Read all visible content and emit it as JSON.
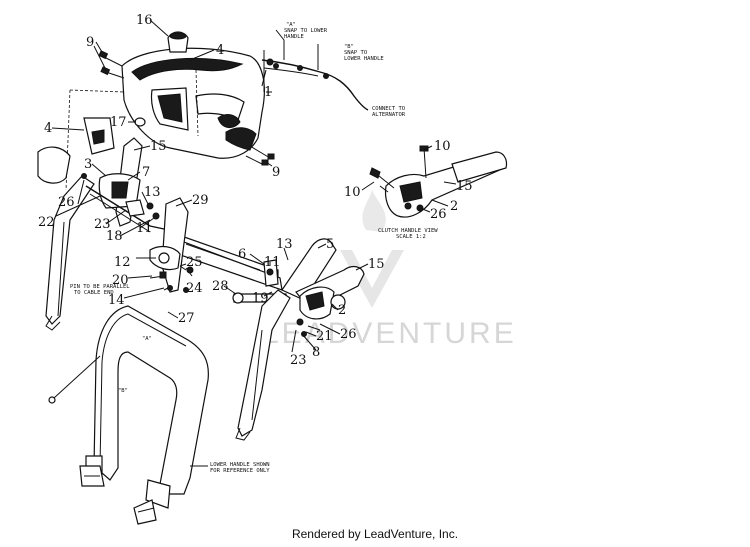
{
  "watermark": {
    "text": "LEADVENTURE"
  },
  "footer": {
    "text": "Rendered by LeadVenture, Inc."
  },
  "notes": {
    "a_snap_line1": "\"A\"",
    "a_snap_line2": "SNAP TO LOWER",
    "a_snap_line3": "HANDLE",
    "b_snap_line1": "\"B\"",
    "b_snap_line2": "SNAP TO",
    "b_snap_line3": "LOWER HANDLE",
    "connect_line1": "CONNECT TO",
    "connect_line2": "ALTERNATOR",
    "clutch_line1": "CLUTCH HANDLE VIEW",
    "clutch_line2": "SCALE 1:2",
    "pin_line1": "PIN TO BE PARALLEL",
    "pin_line2": "TO CABLE END",
    "lower_line1": "LOWER HANDLE SHOWN",
    "lower_line2": "FOR REFERENCE ONLY",
    "a_mark": "\"A\"",
    "b_mark": "\"B\""
  },
  "callouts": [
    "16",
    "9",
    "4",
    "1",
    "4",
    "17",
    "15",
    "3",
    "7",
    "26",
    "22",
    "13",
    "23",
    "11",
    "18",
    "12",
    "20",
    "14",
    "29",
    "25",
    "24",
    "6",
    "11",
    "13",
    "5",
    "15",
    "28",
    "19",
    "2",
    "21",
    "26",
    "8",
    "23",
    "27",
    "10",
    "10",
    "15",
    "2",
    "26",
    "9"
  ]
}
